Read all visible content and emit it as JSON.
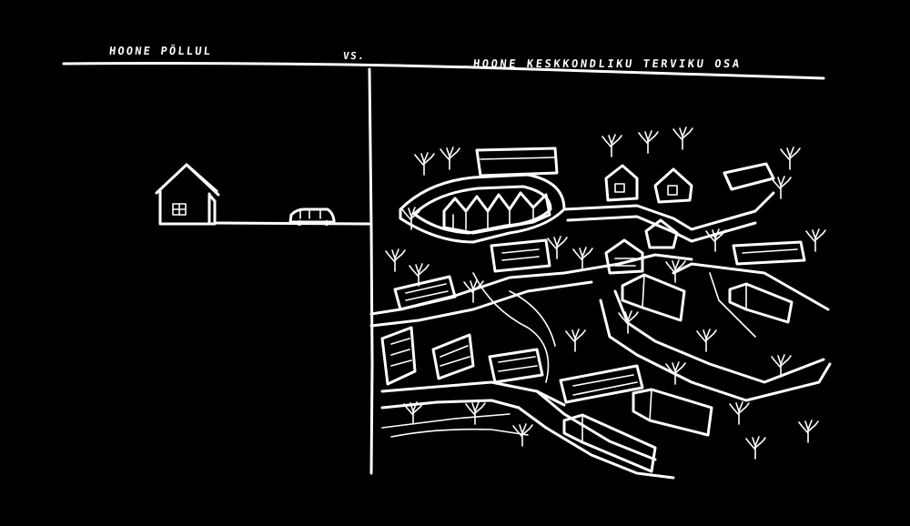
{
  "headings": {
    "left": "HOONE PÕLLUL",
    "middle": "VS.",
    "right": "HOONE KESKKONDLIKU TERVIKU OSA"
  },
  "colors": {
    "background": "#000000",
    "ink": "#ffffff"
  },
  "icons": {
    "left_panel": [
      "house-icon",
      "car-icon"
    ],
    "right_panel": [
      "buildings-icon",
      "trees-icon",
      "roads-icon"
    ]
  }
}
